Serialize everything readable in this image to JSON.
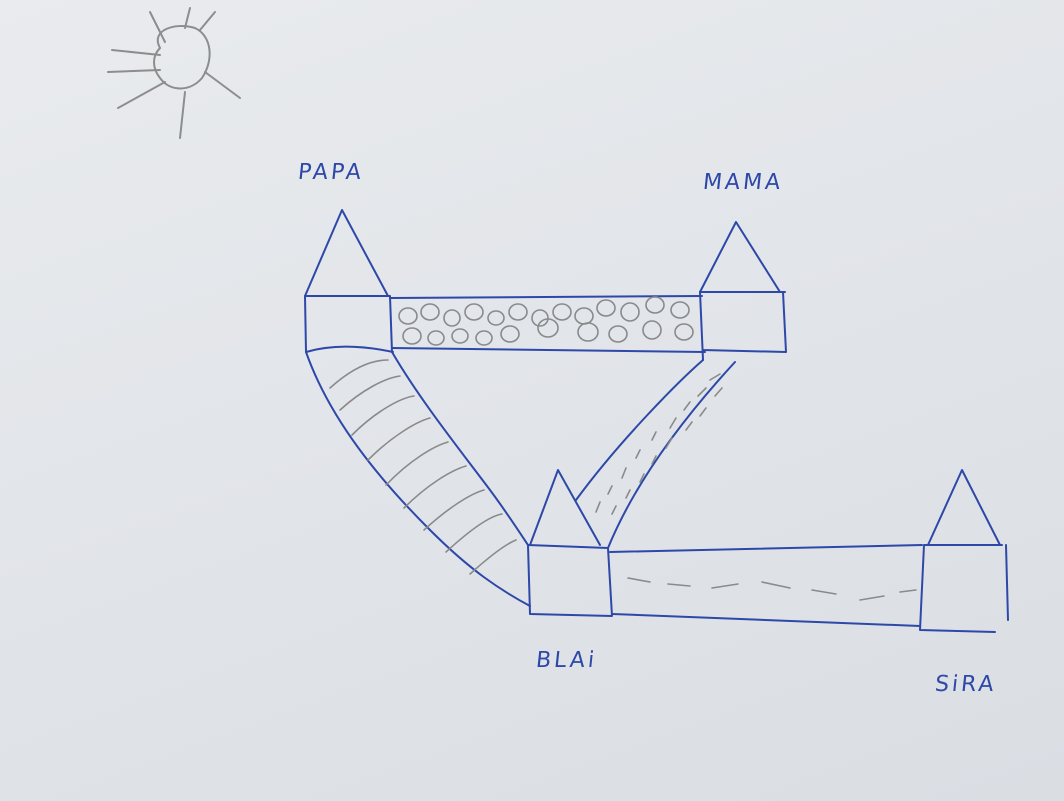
{
  "labels": {
    "papa": "PAPA",
    "mama": "MAMA",
    "blai": "BLAi",
    "sira": "SiRA"
  },
  "colors": {
    "paper": "#e2e5e9",
    "ink_blue": "#2d48a8",
    "pencil_gray": "#8a8a8a"
  },
  "icons": {
    "sun": "sun-icon",
    "tower": "tower-icon"
  }
}
